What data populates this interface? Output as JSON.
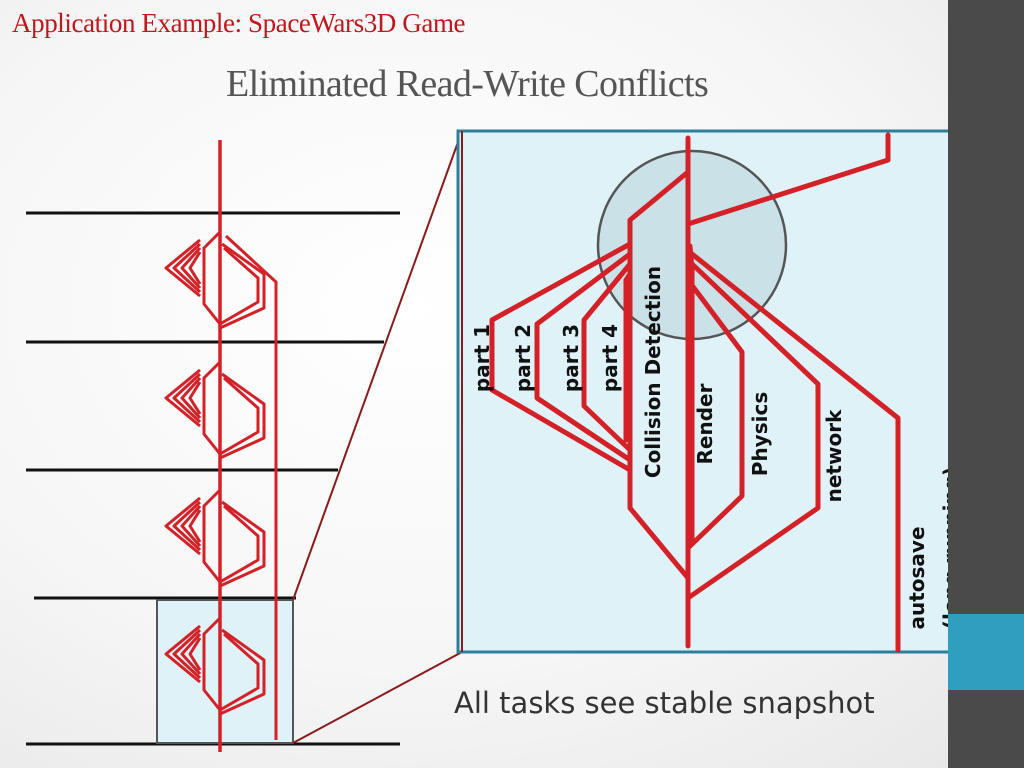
{
  "header": {
    "title": "Application Example: SpaceWars3D Game"
  },
  "slide": {
    "title": "Eliminated Read-Write Conflicts",
    "caption": "All tasks see stable snapshot"
  },
  "diagram": {
    "task_labels": {
      "part1": "part 1",
      "part2": "part 2",
      "part3": "part 3",
      "part4": "part 4",
      "collision": "Collision Detection",
      "render": "Render",
      "physics": "Physics",
      "network": "network",
      "autosave_1": "autosave",
      "autosave_2": "(long running)"
    }
  },
  "colors": {
    "task_line": "#d42027",
    "zoom_fill": "#dff2f8",
    "zoom_border": "#2f7f9a",
    "highlight_circle": "#555555",
    "sidebar": "#4a4a4a",
    "sidebar_accent": "#2f9fbf"
  }
}
